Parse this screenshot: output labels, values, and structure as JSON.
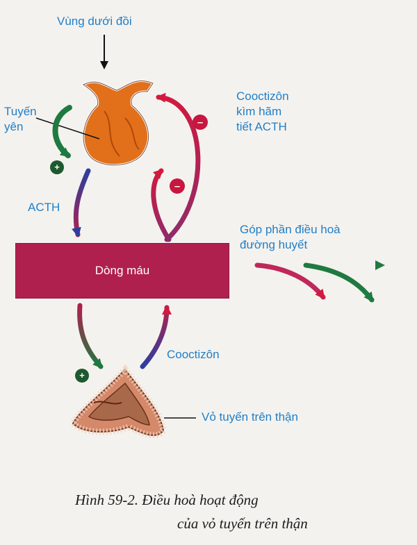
{
  "labels": {
    "hypothalamus": "Vùng dưới đồi",
    "pituitary_line1": "Tuyến",
    "pituitary_line2": "yên",
    "feedback_line1": "Cooctizôn",
    "feedback_line2": "kìm hãm",
    "feedback_line3": "tiết ACTH",
    "acth": "ACTH",
    "glucose_line1": "Góp phần điều hoà",
    "glucose_line2": "đường huyết",
    "bloodstream": "Dòng máu",
    "cortisol": "Cooctizôn",
    "adrenal_cortex": "Vỏ tuyến trên thận"
  },
  "signs": {
    "stimulate": "+",
    "inhibit": "–"
  },
  "caption": {
    "line1": "Hình 59-2. Điều hoà hoạt động",
    "line2": "của vỏ tuyến trên thận"
  },
  "colors": {
    "label_blue": "#1f7fc8",
    "blood_band": "#b0204e",
    "stimulate_green": "#1e7a40",
    "acth_blue": "#2a3fa0",
    "inhibit_red": "#d2193f",
    "pituitary_orange": "#e2701a",
    "adrenal_brown": "#a8684a"
  }
}
